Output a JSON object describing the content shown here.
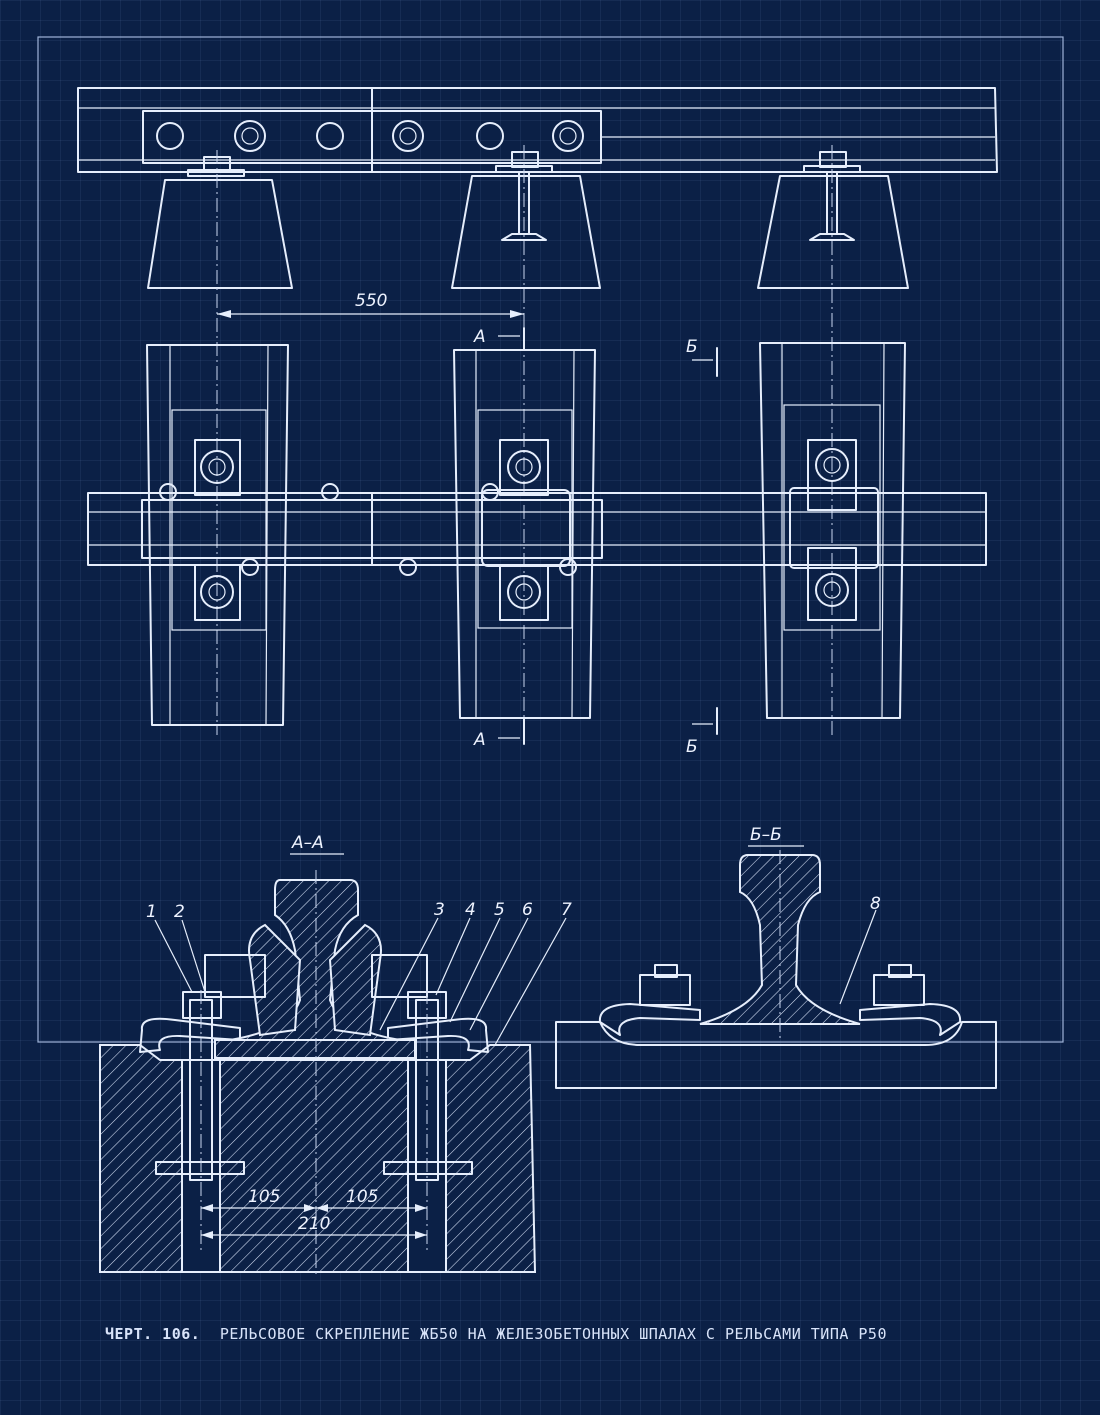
{
  "labels": {
    "dim_spacing": "550",
    "section_a": "А",
    "section_b": "Б",
    "title_aa": "А–А",
    "title_bb": "Б–Б",
    "dim_half": "105",
    "dim_full": "210",
    "parts": [
      "1",
      "2",
      "3",
      "4",
      "5",
      "6",
      "7",
      "8"
    ]
  },
  "caption": {
    "prefix": "ЧЕРТ. 106.",
    "text": "РЕЛЬСОВОЕ СКРЕПЛЕНИЕ ЖБ50 НА ЖЕЛЕЗОБЕТОННЫХ ШПАЛАХ С РЕЛЬСАМИ ТИПА Р50"
  },
  "colors": {
    "background": "#0b2046",
    "line": "#e6eefc",
    "text": "#d9e4fa"
  }
}
